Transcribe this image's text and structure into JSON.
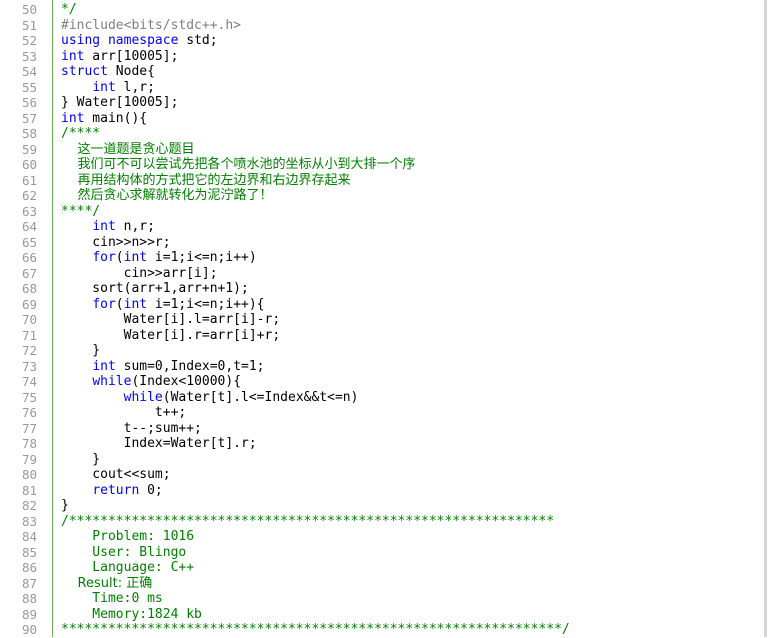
{
  "editor": {
    "lines": [
      {
        "num": "50",
        "segments": [
          {
            "type": "cm",
            "text": "*/"
          }
        ]
      },
      {
        "num": "51",
        "segments": [
          {
            "type": "pp",
            "text": "#include<bits/stdc++.h>"
          }
        ]
      },
      {
        "num": "52",
        "segments": [
          {
            "type": "kw",
            "text": "using"
          },
          {
            "type": "pl",
            "text": " "
          },
          {
            "type": "kw",
            "text": "namespace"
          },
          {
            "type": "pl",
            "text": " std;"
          }
        ]
      },
      {
        "num": "53",
        "segments": [
          {
            "type": "kw",
            "text": "int"
          },
          {
            "type": "pl",
            "text": " arr[10005];"
          }
        ]
      },
      {
        "num": "54",
        "segments": [
          {
            "type": "kw",
            "text": "struct"
          },
          {
            "type": "pl",
            "text": " Node{"
          }
        ]
      },
      {
        "num": "55",
        "segments": [
          {
            "type": "pl",
            "text": "    "
          },
          {
            "type": "kw",
            "text": "int"
          },
          {
            "type": "pl",
            "text": " l,r;"
          }
        ]
      },
      {
        "num": "56",
        "segments": [
          {
            "type": "pl",
            "text": "} Water[10005];"
          }
        ]
      },
      {
        "num": "57",
        "segments": [
          {
            "type": "kw",
            "text": "int"
          },
          {
            "type": "pl",
            "text": " main(){"
          }
        ]
      },
      {
        "num": "58",
        "segments": [
          {
            "type": "cm",
            "text": "/****"
          }
        ]
      },
      {
        "num": "59",
        "segments": [
          {
            "type": "cm",
            "text": "    这一道题是贪心题目"
          }
        ]
      },
      {
        "num": "60",
        "segments": [
          {
            "type": "cm",
            "text": "    我们可不可以尝试先把各个喷水池的坐标从小到大排一个序"
          }
        ]
      },
      {
        "num": "61",
        "segments": [
          {
            "type": "cm",
            "text": "    再用结构体的方式把它的左边界和右边界存起来"
          }
        ]
      },
      {
        "num": "62",
        "segments": [
          {
            "type": "cm",
            "text": "    然后贪心求解就转化为泥泞路了！"
          }
        ]
      },
      {
        "num": "63",
        "segments": [
          {
            "type": "cm",
            "text": "****/"
          }
        ]
      },
      {
        "num": "64",
        "segments": [
          {
            "type": "pl",
            "text": "    "
          },
          {
            "type": "kw",
            "text": "int"
          },
          {
            "type": "pl",
            "text": " n,r;"
          }
        ]
      },
      {
        "num": "65",
        "segments": [
          {
            "type": "pl",
            "text": "    cin>>n>>r;"
          }
        ]
      },
      {
        "num": "66",
        "segments": [
          {
            "type": "pl",
            "text": "    "
          },
          {
            "type": "kw",
            "text": "for"
          },
          {
            "type": "pl",
            "text": "("
          },
          {
            "type": "kw",
            "text": "int"
          },
          {
            "type": "pl",
            "text": " i=1;i<=n;i++)"
          }
        ]
      },
      {
        "num": "67",
        "segments": [
          {
            "type": "pl",
            "text": "        cin>>arr[i];"
          }
        ]
      },
      {
        "num": "68",
        "segments": [
          {
            "type": "pl",
            "text": "    sort(arr+1,arr+n+1);"
          }
        ]
      },
      {
        "num": "69",
        "segments": [
          {
            "type": "pl",
            "text": "    "
          },
          {
            "type": "kw",
            "text": "for"
          },
          {
            "type": "pl",
            "text": "("
          },
          {
            "type": "kw",
            "text": "int"
          },
          {
            "type": "pl",
            "text": " i=1;i<=n;i++){"
          }
        ]
      },
      {
        "num": "70",
        "segments": [
          {
            "type": "pl",
            "text": "        Water[i].l=arr[i]-r;"
          }
        ]
      },
      {
        "num": "71",
        "segments": [
          {
            "type": "pl",
            "text": "        Water[i].r=arr[i]+r;"
          }
        ]
      },
      {
        "num": "72",
        "segments": [
          {
            "type": "pl",
            "text": "    }"
          }
        ]
      },
      {
        "num": "73",
        "segments": [
          {
            "type": "pl",
            "text": "    "
          },
          {
            "type": "kw",
            "text": "int"
          },
          {
            "type": "pl",
            "text": " sum=0,Index=0,t=1;"
          }
        ]
      },
      {
        "num": "74",
        "segments": [
          {
            "type": "pl",
            "text": "    "
          },
          {
            "type": "kw",
            "text": "while"
          },
          {
            "type": "pl",
            "text": "(Index<10000){"
          }
        ]
      },
      {
        "num": "75",
        "segments": [
          {
            "type": "pl",
            "text": "        "
          },
          {
            "type": "kw",
            "text": "while"
          },
          {
            "type": "pl",
            "text": "(Water[t].l<=Index&&t<=n)"
          }
        ]
      },
      {
        "num": "76",
        "segments": [
          {
            "type": "pl",
            "text": "            t++;"
          }
        ]
      },
      {
        "num": "77",
        "segments": [
          {
            "type": "pl",
            "text": "        t--;sum++;"
          }
        ]
      },
      {
        "num": "78",
        "segments": [
          {
            "type": "pl",
            "text": "        Index=Water[t].r;"
          }
        ]
      },
      {
        "num": "79",
        "segments": [
          {
            "type": "pl",
            "text": "    }"
          }
        ]
      },
      {
        "num": "80",
        "segments": [
          {
            "type": "pl",
            "text": "    cout<<sum;"
          }
        ]
      },
      {
        "num": "81",
        "segments": [
          {
            "type": "pl",
            "text": "    "
          },
          {
            "type": "kw",
            "text": "return"
          },
          {
            "type": "pl",
            "text": " 0;"
          }
        ]
      },
      {
        "num": "82",
        "segments": [
          {
            "type": "pl",
            "text": "}"
          }
        ]
      },
      {
        "num": "83",
        "segments": [
          {
            "type": "cm",
            "text": "/**************************************************************"
          }
        ]
      },
      {
        "num": "84",
        "segments": [
          {
            "type": "cm",
            "text": "    Problem: 1016"
          }
        ]
      },
      {
        "num": "85",
        "segments": [
          {
            "type": "cm",
            "text": "    User: Blingo"
          }
        ]
      },
      {
        "num": "86",
        "segments": [
          {
            "type": "cm",
            "text": "    Language: C++"
          }
        ]
      },
      {
        "num": "87",
        "segments": [
          {
            "type": "cm",
            "text": "    Result: 正确"
          }
        ]
      },
      {
        "num": "88",
        "segments": [
          {
            "type": "cm",
            "text": "    Time:0 ms"
          }
        ]
      },
      {
        "num": "89",
        "segments": [
          {
            "type": "cm",
            "text": "    Memory:1824 kb"
          }
        ]
      },
      {
        "num": "90",
        "segments": [
          {
            "type": "cm",
            "text": "****************************************************************/"
          }
        ]
      }
    ]
  },
  "colors": {
    "keyword": "#0000ff",
    "comment": "#008000",
    "preprocessor": "#808080",
    "plain": "#000000",
    "line_number": "#999999",
    "gutter_separator": "#6ab04c"
  }
}
